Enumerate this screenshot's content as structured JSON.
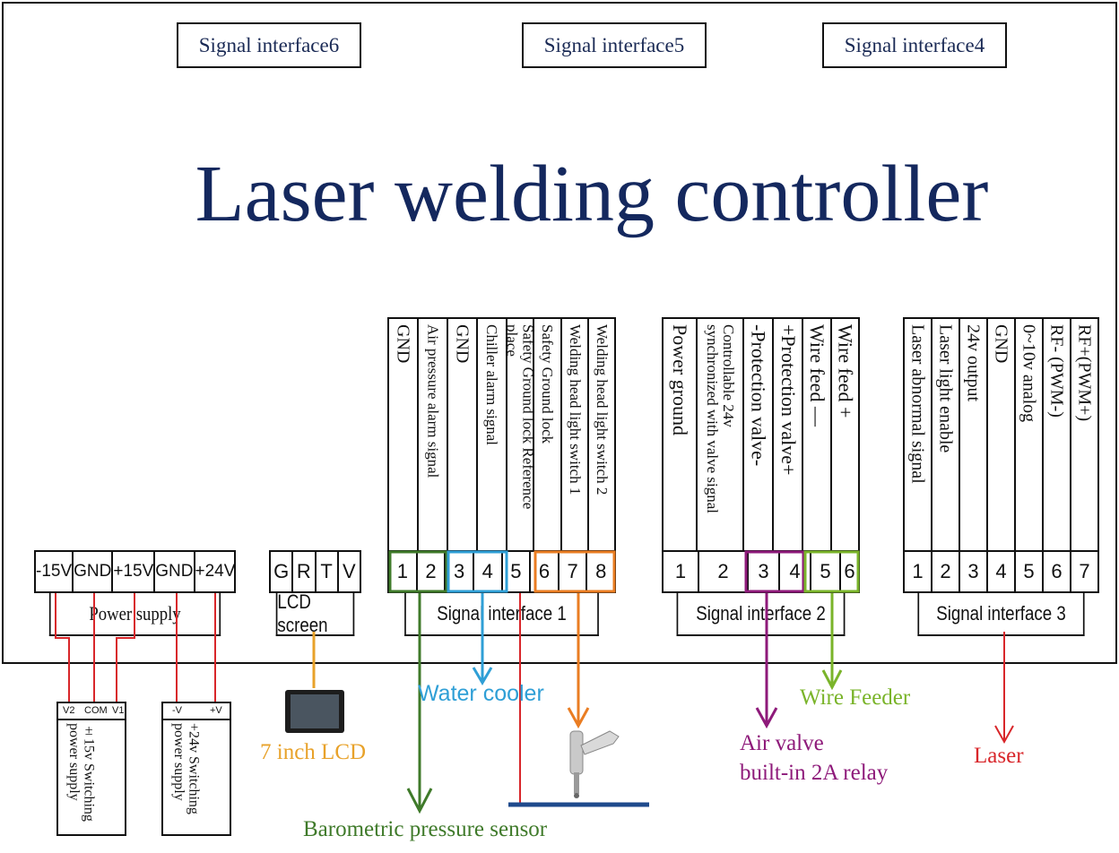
{
  "title": "Laser welding controller",
  "signal_interfaces_top": [
    "Signal interface6",
    "Signal interface5",
    "Signal interface4"
  ],
  "power_supply": {
    "pins": [
      "-15V",
      "GND",
      "+15V",
      "GND",
      "+24V"
    ],
    "label": "Power supply"
  },
  "lcd": {
    "pins": [
      "G",
      "R",
      "T",
      "V"
    ],
    "label": "LCD screen"
  },
  "si1": {
    "signals": [
      "GND",
      "Air pressure alarm signal",
      "GND",
      "Chiller alarm signal",
      "Safety Ground lock Reference\nplace",
      "Safety Ground lock",
      "Welding head light switch 1",
      "Welding head light switch 2"
    ],
    "pins": [
      "1",
      "2",
      "3",
      "4",
      "5",
      "6",
      "7",
      "8"
    ],
    "label": "Signal interface 1"
  },
  "si2": {
    "signals": [
      "Power ground",
      "Controllable 24v\nsynchronized with valve signal",
      "-Protection valve-",
      "+Protection valve+",
      "Wire feed —",
      "Wire feed +"
    ],
    "pins": [
      "1",
      "2",
      "3",
      "4",
      "5",
      "6"
    ],
    "label": "Signal interface 2"
  },
  "si3": {
    "signals": [
      "Laser abnormal signal",
      "Laser light enable",
      "24v output",
      "GND",
      "0~10v analog",
      "RF- (PWM-)",
      "RF+(PWM+)"
    ],
    "pins": [
      "1",
      "2",
      "3",
      "4",
      "5",
      "6",
      "7"
    ],
    "label": "Signal interface 3"
  },
  "psu15": {
    "terminals": [
      "V2",
      "COM",
      "V1"
    ],
    "text": "±15v Switching\npower supply"
  },
  "psu24": {
    "terminals": [
      "-V",
      "+V"
    ],
    "text": "+24v Switching\npower supply"
  },
  "captions": {
    "water_cooler": "Water cooler",
    "lcd7": "7 inch LCD",
    "pressure_sensor": "Barometric pressure sensor",
    "air_valve": "Air valve\nbuilt-in 2A relay",
    "wire_feeder": "Wire Feeder",
    "laser": "Laser"
  },
  "colors": {
    "title": "#14285e",
    "green_dark": "#3f7a2a",
    "blue": "#2f9fd6",
    "orange": "#ea7d22",
    "red": "#d8262a",
    "purple": "#8e1a7a",
    "lime": "#7ab42a",
    "amber": "#e8a22a",
    "navy_bar": "#1f4a8c"
  }
}
